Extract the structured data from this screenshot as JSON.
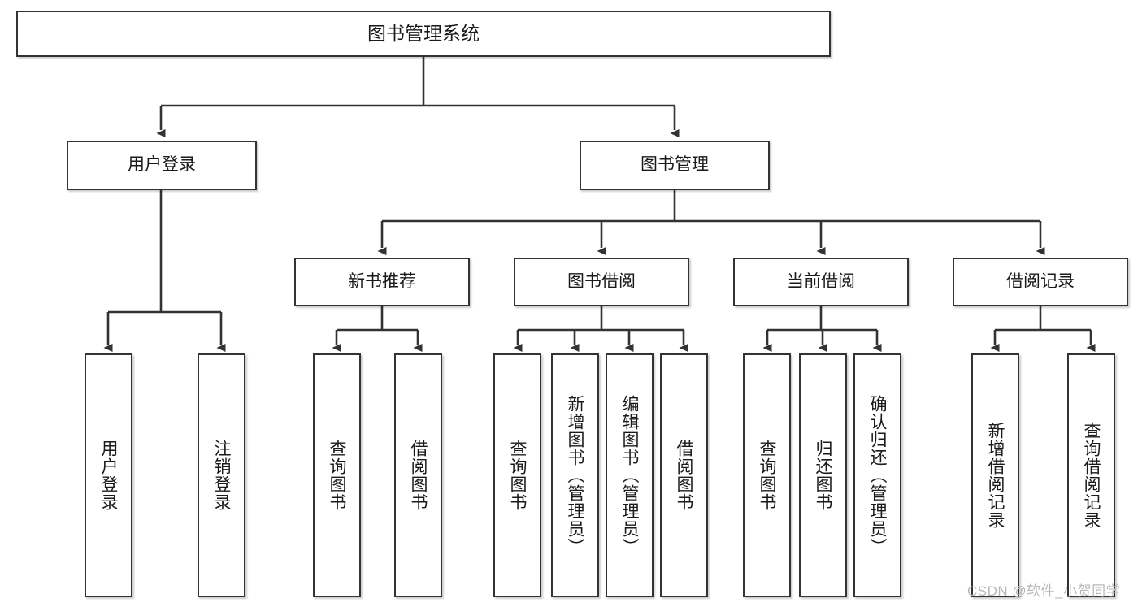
{
  "diagram": {
    "type": "tree",
    "title": "图书管理系统",
    "root": {
      "id": "root",
      "label": "图书管理系统"
    },
    "level1": [
      {
        "id": "user-login",
        "label": "用户登录"
      },
      {
        "id": "book-management",
        "label": "图书管理"
      }
    ],
    "level2": [
      {
        "id": "new-book-recommend",
        "label": "新书推荐",
        "parent": "book-management"
      },
      {
        "id": "book-borrow",
        "label": "图书借阅",
        "parent": "book-management"
      },
      {
        "id": "current-borrow",
        "label": "当前借阅",
        "parent": "book-management"
      },
      {
        "id": "borrow-record",
        "label": "借阅记录",
        "parent": "book-management"
      }
    ],
    "leaves": {
      "user-login": [
        {
          "id": "leaf-user-login",
          "label": "用户登录"
        },
        {
          "id": "leaf-logout",
          "label": "注销登录"
        }
      ],
      "new-book-recommend": [
        {
          "id": "leaf-query-book-1",
          "label": "查询图书"
        },
        {
          "id": "leaf-borrow-book-1",
          "label": "借阅图书"
        }
      ],
      "book-borrow": [
        {
          "id": "leaf-query-book-2",
          "label": "查询图书"
        },
        {
          "id": "leaf-add-book",
          "label": "新增图书（管理员）"
        },
        {
          "id": "leaf-edit-book",
          "label": "编辑图书（管理员）"
        },
        {
          "id": "leaf-borrow-book-2",
          "label": "借阅图书"
        }
      ],
      "current-borrow": [
        {
          "id": "leaf-query-book-3",
          "label": "查询图书"
        },
        {
          "id": "leaf-return-book",
          "label": "归还图书"
        },
        {
          "id": "leaf-confirm-return",
          "label": "确认归还（管理员）"
        }
      ],
      "borrow-record": [
        {
          "id": "leaf-add-record",
          "label": "新增借阅记录"
        },
        {
          "id": "leaf-query-record",
          "label": "查询借阅记录"
        }
      ]
    },
    "watermark": "CSDN @软件_小贺同学",
    "colors": {
      "stroke": "#333333",
      "fill": "#ffffff",
      "text": "#1a1a1a",
      "watermark": "#b8b8b8"
    }
  }
}
